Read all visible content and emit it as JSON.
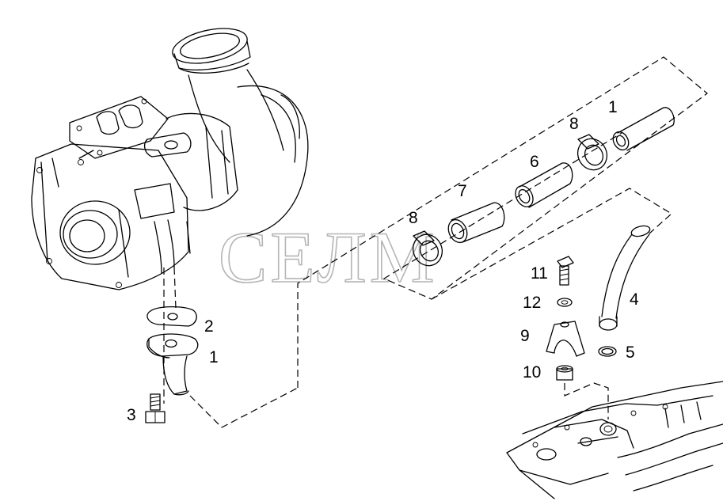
{
  "watermark": "СЕЛМ",
  "callouts": [
    {
      "id": "turbo-line-1",
      "text": "1"
    },
    {
      "id": "gasket-2",
      "text": "2"
    },
    {
      "id": "flange-line-1",
      "text": "1"
    },
    {
      "id": "bolt-3",
      "text": "3"
    },
    {
      "id": "clamp-8-upper",
      "text": "8"
    },
    {
      "id": "hose-6",
      "text": "6"
    },
    {
      "id": "hose-7",
      "text": "7"
    },
    {
      "id": "clamp-8-lower",
      "text": "8"
    },
    {
      "id": "bolt-11",
      "text": "11"
    },
    {
      "id": "washer-12",
      "text": "12"
    },
    {
      "id": "bracket-9",
      "text": "9"
    },
    {
      "id": "nut-10",
      "text": "10"
    },
    {
      "id": "pipe-4",
      "text": "4"
    },
    {
      "id": "oring-5",
      "text": "5"
    }
  ]
}
